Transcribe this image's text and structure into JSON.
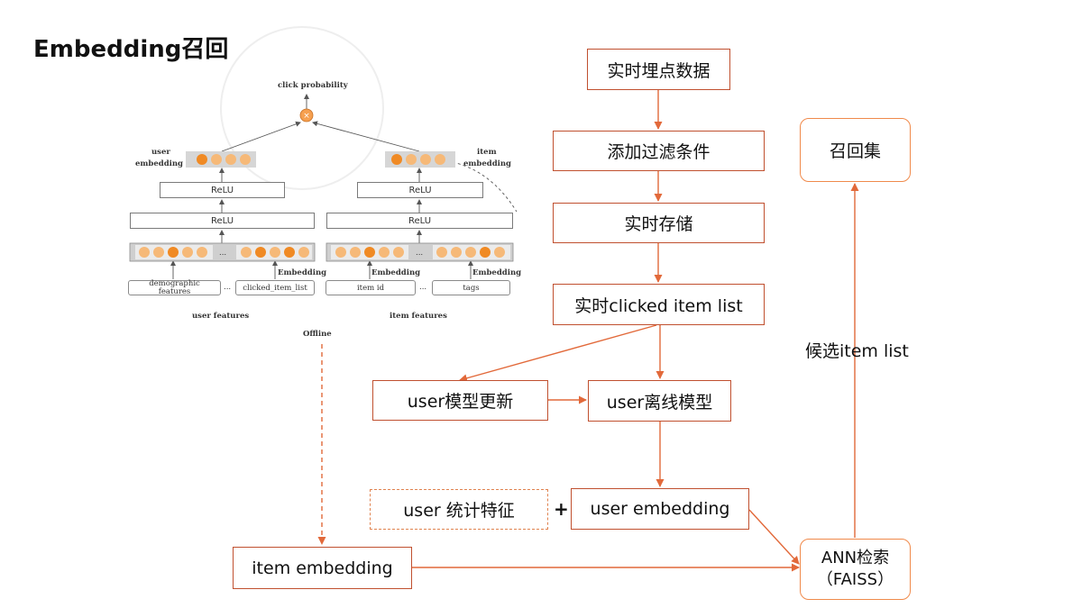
{
  "title": "Embedding召回",
  "nodes": {
    "realtime_tracking": "实时埋点数据",
    "add_filter": "添加过滤条件",
    "realtime_storage": "实时存储",
    "clicked_list": "实时clicked item list",
    "user_model_update": "user模型更新",
    "user_offline_model": "user离线模型",
    "user_stats": "user 统计特征",
    "user_embedding": "user embedding",
    "item_embedding": "item embedding",
    "ann_line1": "ANN检索",
    "ann_line2": "（FAISS）",
    "recall_set": "召回集"
  },
  "labels": {
    "candidate_list": "候选item list",
    "plus": "+"
  },
  "nn_figure": {
    "click_probability": "click probability",
    "user_embedding_l1": "user",
    "user_embedding_l2": "embedding",
    "item_embedding_l1": "item",
    "item_embedding_l2": "embedding",
    "relu": "ReLU",
    "embedding": "Embedding",
    "ellipsis": "...",
    "demographic_l1": "demographic",
    "demographic_l2": "features",
    "clicked_item_list": "clicked_item_list",
    "item_id": "item id",
    "tags": "tags",
    "user_features": "user features",
    "item_features": "item features",
    "offline": "Offline"
  },
  "colors": {
    "box_border": "#c0502f",
    "rounded_border": "#f08a4b",
    "arrow": "#e2693a",
    "dot_dark": "#f08a24",
    "dot_light": "#f6b978"
  }
}
